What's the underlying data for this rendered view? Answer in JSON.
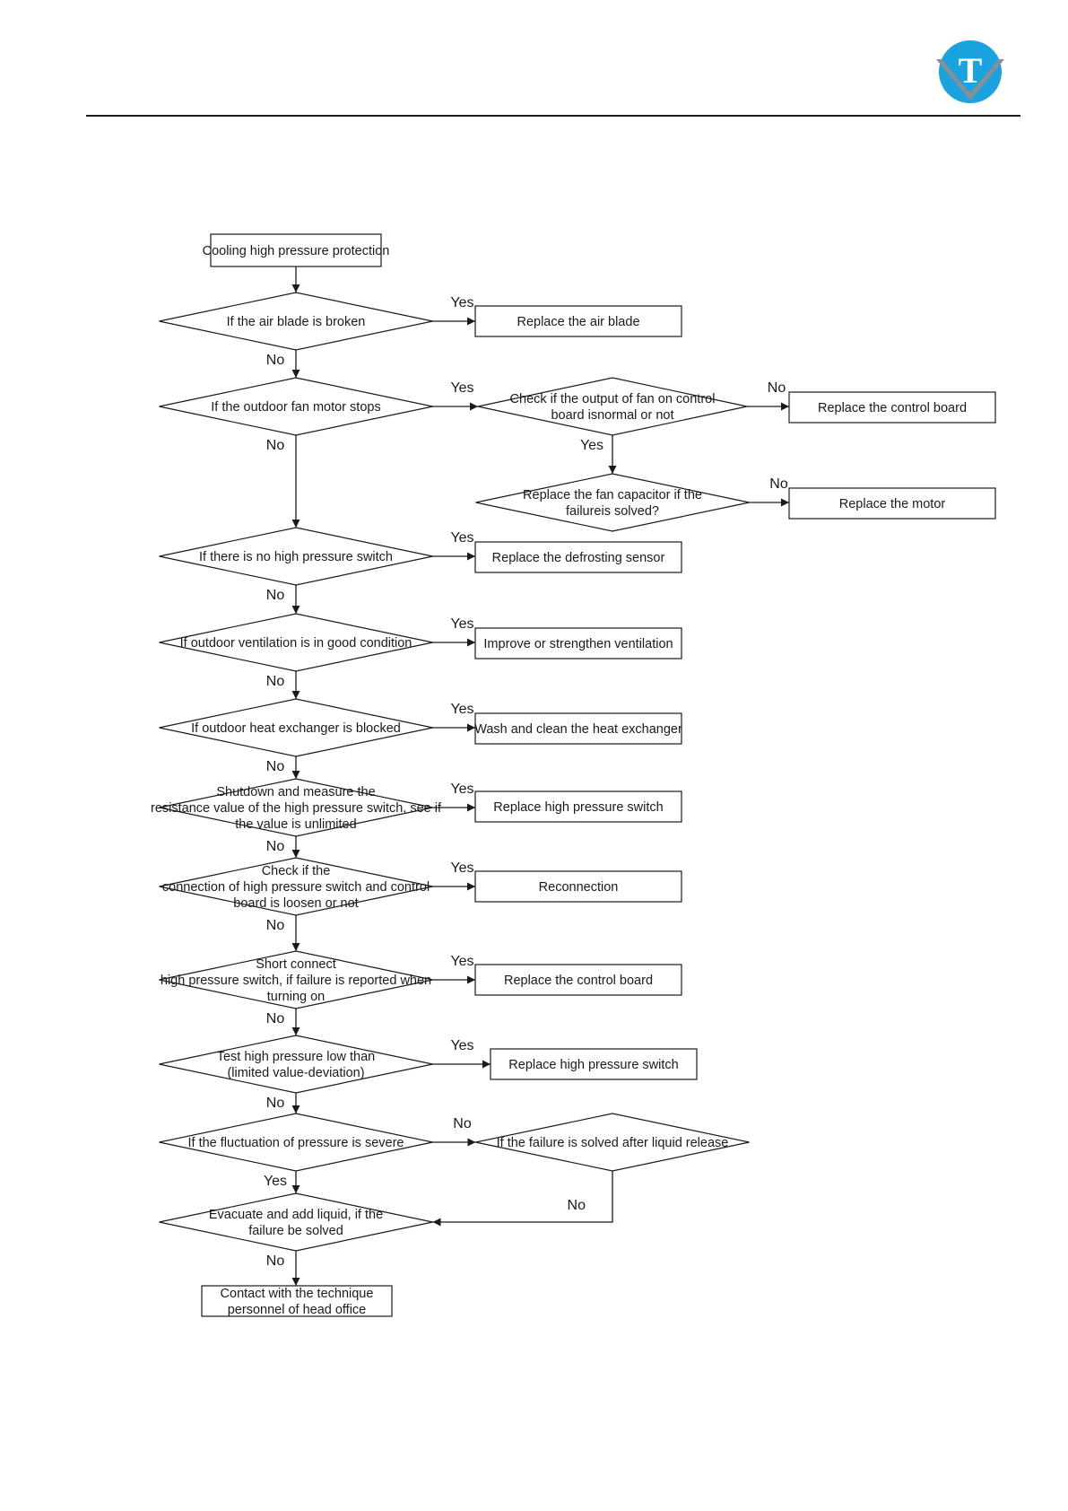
{
  "header": {
    "logo_letter": "T",
    "colors": {
      "logo_blue": "#1aa3df",
      "logo_gray": "#8a8f96",
      "line": "#1a1a1a"
    }
  },
  "flowchart": {
    "nodes": [
      {
        "id": "start",
        "kind": "process",
        "lines": [
          "Cooling high pressure protection"
        ]
      },
      {
        "id": "d1",
        "kind": "decision",
        "lines": [
          "If the air blade is broken"
        ]
      },
      {
        "id": "p1",
        "kind": "process",
        "lines": [
          "Replace the air blade"
        ]
      },
      {
        "id": "d2",
        "kind": "decision",
        "lines": [
          "If the outdoor fan motor stops"
        ]
      },
      {
        "id": "d2a",
        "kind": "decision",
        "lines": [
          "Check if the output of fan on control",
          "board isnormal or not"
        ]
      },
      {
        "id": "p2a",
        "kind": "process",
        "lines": [
          "Replace the control board"
        ]
      },
      {
        "id": "d2b",
        "kind": "decision",
        "lines": [
          "Replace the fan capacitor if the",
          "failureis solved?"
        ]
      },
      {
        "id": "p2b",
        "kind": "process",
        "lines": [
          "Replace the motor"
        ]
      },
      {
        "id": "d3",
        "kind": "decision",
        "lines": [
          "If there is no high pressure switch"
        ]
      },
      {
        "id": "p3",
        "kind": "process",
        "lines": [
          "Replace the defrosting sensor"
        ]
      },
      {
        "id": "d4",
        "kind": "decision",
        "lines": [
          "If outdoor ventilation is in good condition"
        ]
      },
      {
        "id": "p4",
        "kind": "process",
        "lines": [
          "Improve or strengthen ventilation"
        ]
      },
      {
        "id": "d5",
        "kind": "decision",
        "lines": [
          "If outdoor heat exchanger is blocked"
        ]
      },
      {
        "id": "p5",
        "kind": "process",
        "lines": [
          "Wash and clean the heat exchanger"
        ]
      },
      {
        "id": "d6",
        "kind": "decision",
        "lines": [
          "Shutdown and measure the",
          "resistance value of the high pressure switch, see if",
          "the value is unlimited"
        ]
      },
      {
        "id": "p6",
        "kind": "process",
        "lines": [
          "Replace high pressure switch"
        ]
      },
      {
        "id": "d7",
        "kind": "decision",
        "lines": [
          "Check if the",
          "connection of high pressure switch and control",
          "board is loosen or not"
        ]
      },
      {
        "id": "p7",
        "kind": "process",
        "lines": [
          "Reconnection"
        ]
      },
      {
        "id": "d8",
        "kind": "decision",
        "lines": [
          "Short connect",
          "high pressure switch, if failure is reported when",
          "turning on"
        ]
      },
      {
        "id": "p8",
        "kind": "process",
        "lines": [
          "Replace the control board"
        ]
      },
      {
        "id": "d9",
        "kind": "decision",
        "lines": [
          "Test high pressure low than",
          "(limited value-deviation)"
        ]
      },
      {
        "id": "p9",
        "kind": "process",
        "lines": [
          "Replace high pressure switch"
        ]
      },
      {
        "id": "d10",
        "kind": "decision",
        "lines": [
          "If the fluctuation of pressure is severe"
        ]
      },
      {
        "id": "d10a",
        "kind": "decision",
        "lines": [
          "If the failure is solved after liquid release"
        ]
      },
      {
        "id": "d11",
        "kind": "decision",
        "lines": [
          "Evacuate and add liquid, if the",
          "failure be solved"
        ]
      },
      {
        "id": "end",
        "kind": "process",
        "lines": [
          "Contact with the technique",
          "personnel of head office"
        ]
      }
    ],
    "edges": [
      {
        "from": "start",
        "to": "d1",
        "label": ""
      },
      {
        "from": "d1",
        "to": "p1",
        "label": "Yes"
      },
      {
        "from": "d1",
        "to": "d2",
        "label": "No"
      },
      {
        "from": "d2",
        "to": "d2a",
        "label": "Yes"
      },
      {
        "from": "d2a",
        "to": "p2a",
        "label": "No"
      },
      {
        "from": "d2a",
        "to": "d2b",
        "label": "Yes"
      },
      {
        "from": "d2b",
        "to": "p2b",
        "label": "No"
      },
      {
        "from": "d2",
        "to": "d3",
        "label": "No"
      },
      {
        "from": "d3",
        "to": "p3",
        "label": "Yes"
      },
      {
        "from": "d3",
        "to": "d4",
        "label": "No"
      },
      {
        "from": "d4",
        "to": "p4",
        "label": "Yes"
      },
      {
        "from": "d4",
        "to": "d5",
        "label": "No"
      },
      {
        "from": "d5",
        "to": "p5",
        "label": "Yes"
      },
      {
        "from": "d5",
        "to": "d6",
        "label": "No"
      },
      {
        "from": "d6",
        "to": "p6",
        "label": "Yes"
      },
      {
        "from": "d6",
        "to": "d7",
        "label": "No"
      },
      {
        "from": "d7",
        "to": "p7",
        "label": "Yes"
      },
      {
        "from": "d7",
        "to": "d8",
        "label": "No"
      },
      {
        "from": "d8",
        "to": "p8",
        "label": "Yes"
      },
      {
        "from": "d8",
        "to": "d9",
        "label": "No"
      },
      {
        "from": "d9",
        "to": "p9",
        "label": "Yes"
      },
      {
        "from": "d9",
        "to": "d10",
        "label": "No"
      },
      {
        "from": "d10",
        "to": "d10a",
        "label": "No"
      },
      {
        "from": "d10",
        "to": "d11",
        "label": "Yes"
      },
      {
        "from": "d10a",
        "to": "d11",
        "label": "No"
      },
      {
        "from": "d11",
        "to": "end",
        "label": "No"
      }
    ]
  }
}
